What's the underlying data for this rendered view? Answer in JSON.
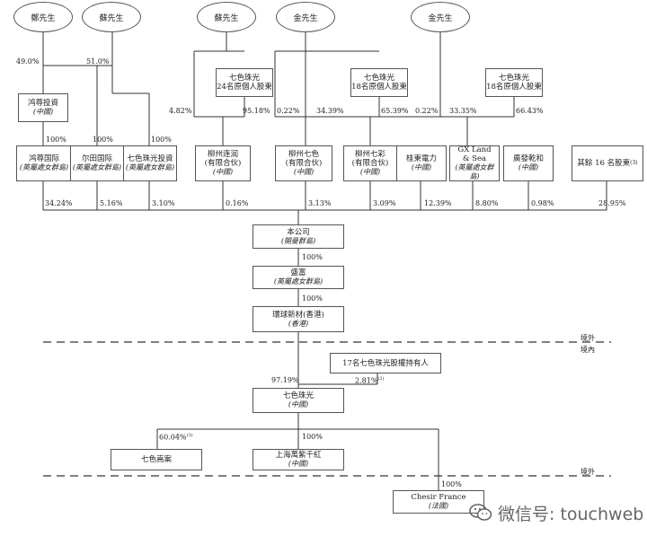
{
  "owners": {
    "zheng": "鄭先生",
    "su_left": "蘇先生",
    "su_top": "蘇先生",
    "jin_a": "金先生",
    "jin_b": "金先生"
  },
  "pools": {
    "p24": {
      "line1": "七色珠光",
      "line2": "24名原個人股東"
    },
    "p18a": {
      "line1": "七色珠光",
      "line2": "18名原個人股東"
    },
    "p18b": {
      "line1": "七色珠光",
      "line2": "18名原個人股東"
    }
  },
  "entities": {
    "hongzun_invest": {
      "name": "鸿尊投資",
      "place": "(中國)"
    },
    "hongzun_intl": {
      "name": "鸿尊国际",
      "place": "(英屬處女群島)"
    },
    "ertian": {
      "name": "尔田国际",
      "place": "(英屬處女群島)"
    },
    "qise_invest": {
      "name": "七色珠光投資",
      "place": "(英屬處女群島)"
    },
    "liuzhou_liansheng": {
      "name": "柳州连润",
      "line2": "(有限合伙)",
      "place": "(中國)"
    },
    "liuzhou_qise": {
      "name": "柳州七色",
      "line2": "(有限合伙)",
      "place": "(中國)"
    },
    "liuzhou_qicai": {
      "name": "柳州七彩",
      "line2": "(有限合伙)",
      "place": "(中國)"
    },
    "guidong": {
      "name": "桂東電力",
      "place": "(中國)"
    },
    "gxland": {
      "name": "GX Land",
      "line2": "& Sea",
      "place": "(英屬處女群島)"
    },
    "guangfa": {
      "name": "廣發乾和",
      "place": "(中國)"
    },
    "others": {
      "name": "其餘 16 名股東",
      "sup": "(3)"
    },
    "company": {
      "name": "本公司",
      "place": "(開曼群島)"
    },
    "shengfu": {
      "name": "盛富",
      "place": "(英屬處女群島)"
    },
    "huanqiu": {
      "name": "環球新材(香港)",
      "place": "(香港)"
    },
    "holders17": {
      "name": "17名七色珠光股權持有人"
    },
    "qise_pearl": {
      "name": "七色珠光",
      "place": "(中國)"
    },
    "qise_xuan": {
      "name": "七色嵩案"
    },
    "shanghai": {
      "name": "上海萬紫千紅",
      "place": "(中國)"
    },
    "chesir": {
      "name": "Chesir France",
      "place": "(法國)"
    }
  },
  "percents": {
    "zheng_hz": "49.0%",
    "su_hz": "51.0%",
    "hz_intl": "100%",
    "su_ertian": "100%",
    "su_qise": "100%",
    "su_lian": "4.82%",
    "p24_lian": "95.18%",
    "jin_qise": "0.22%",
    "p18a_qise": "34.39%",
    "p18a_qicai": "65.39%",
    "jin_qicai": "0.22%",
    "p18b_qicai": "33.35%",
    "p18b_other": "66.43%",
    "c_hz": "34.24%",
    "c_ertian": "5.16%",
    "c_qise": "3.10%",
    "c_lian": "0.16%",
    "c_lqise": "3.13%",
    "c_qicai": "3.09%",
    "c_guidong": "12.39%",
    "c_gx": "8.80%",
    "c_guangfa": "0.98%",
    "c_others": "28.95%",
    "company_sf": "100%",
    "sf_hq": "100%",
    "hq_pearl": "97.19%",
    "h17_pearl": "2.81%",
    "h17_sup": "(2)",
    "pearl_xuan": "60.04%",
    "pearl_xuan_sup": "(3)",
    "pearl_sh": "100%",
    "pearl_chesir": "100%"
  },
  "regions": {
    "offshore_1": "境外",
    "onshore": "境內",
    "offshore_2": "境外"
  },
  "watermark": {
    "text": "微信号: touchweb"
  }
}
